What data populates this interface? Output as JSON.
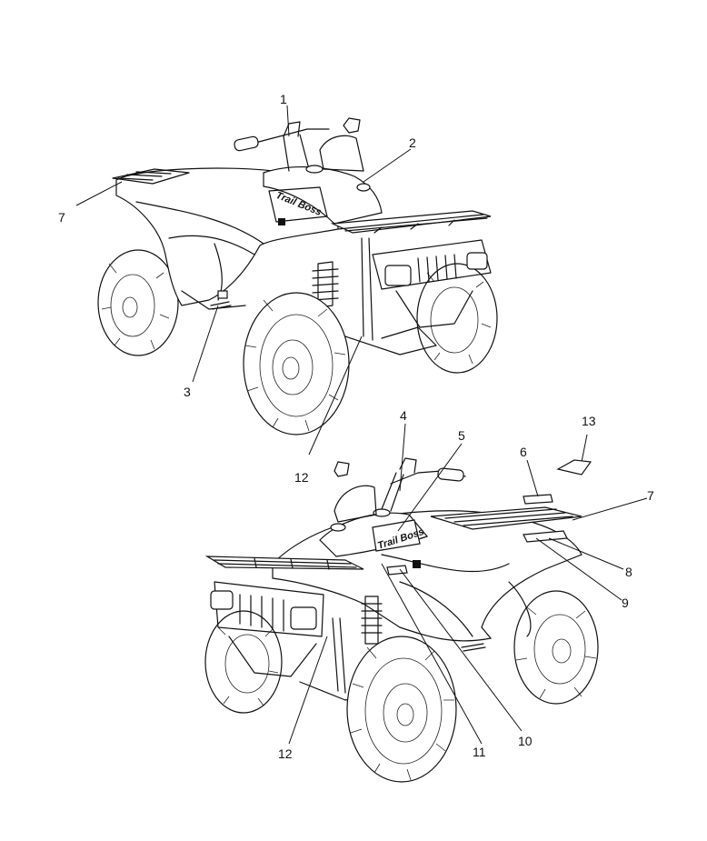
{
  "callouts": {
    "c1": "1",
    "c2": "2",
    "c3": "3",
    "c7a": "7",
    "c12a": "12",
    "c4": "4",
    "c5": "5",
    "c6": "6",
    "c13": "13",
    "c7b": "7",
    "c8": "8",
    "c9": "9",
    "c10": "10",
    "c11": "11",
    "c12b": "12"
  },
  "decal_text": {
    "top_brand": "Trail Boss",
    "bottom_brand": "Trail Boss"
  }
}
